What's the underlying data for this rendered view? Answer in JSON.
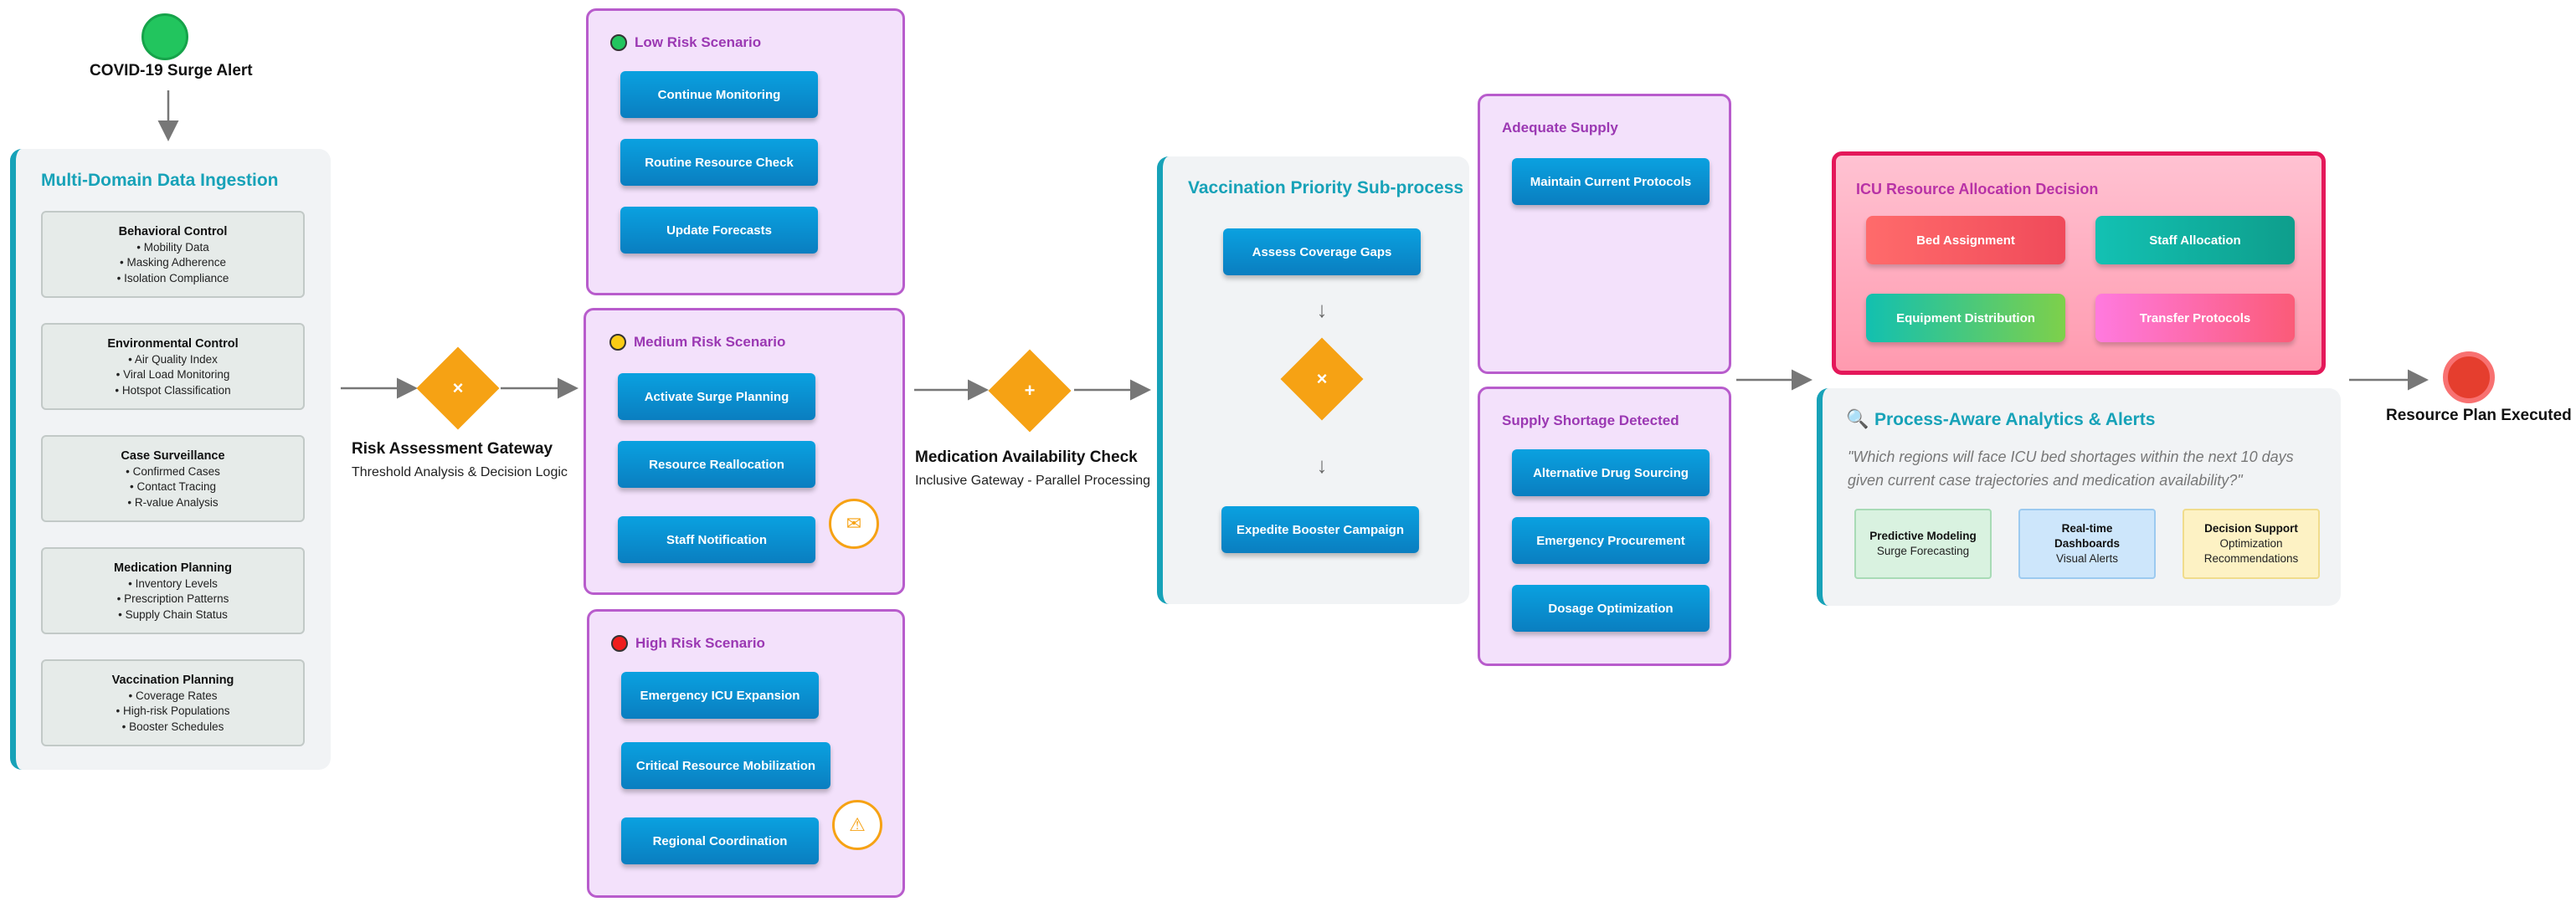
{
  "start_event": {
    "label": "COVID-19 Surge Alert"
  },
  "end_event": {
    "label": "Resource Plan Executed"
  },
  "ingestion": {
    "title": "Multi-Domain Data Ingestion",
    "cards": [
      {
        "title": "Behavioral Control",
        "items": [
          "• Mobility Data",
          "• Masking Adherence",
          "• Isolation Compliance"
        ]
      },
      {
        "title": "Environmental Control",
        "items": [
          "• Air Quality Index",
          "• Viral Load Monitoring",
          "• Hotspot Classification"
        ]
      },
      {
        "title": "Case Surveillance",
        "items": [
          "• Confirmed Cases",
          "• Contact Tracing",
          "• R-value Analysis"
        ]
      },
      {
        "title": "Medication Planning",
        "items": [
          "• Inventory Levels",
          "• Prescription Patterns",
          "• Supply Chain Status"
        ]
      },
      {
        "title": "Vaccination Planning",
        "items": [
          "• Coverage Rates",
          "• High-risk Populations",
          "• Booster Schedules"
        ]
      }
    ]
  },
  "risk_gateway": {
    "symbol": "×",
    "name": "Risk Assessment Gateway",
    "description": "Threshold Analysis & Decision Logic"
  },
  "scenarios": {
    "low": {
      "title": "Low Risk Scenario",
      "color": "#22c55e",
      "tasks": [
        "Continue Monitoring",
        "Routine Resource Check",
        "Update Forecasts"
      ]
    },
    "medium": {
      "title": "Medium Risk Scenario",
      "color": "#facc15",
      "tasks": [
        "Activate Surge Planning",
        "Resource Reallocation",
        "Staff Notification"
      ],
      "badge_icon": "✉"
    },
    "high": {
      "title": "High Risk Scenario",
      "color": "#ef1d1d",
      "tasks": [
        "Emergency ICU Expansion",
        "Critical Resource Mobilization",
        "Regional Coordination"
      ],
      "badge_icon": "⚠"
    }
  },
  "medication_gateway": {
    "symbol": "+",
    "name": "Medication Availability Check",
    "description": "Inclusive Gateway - Parallel Processing"
  },
  "vaccination": {
    "title": "Vaccination Priority Sub-process",
    "task1": "Assess Coverage Gaps",
    "gateway_symbol": "×",
    "arrow_glyph": "↓",
    "task2": "Expedite Booster Campaign"
  },
  "supply": {
    "adequate": {
      "title": "Adequate Supply",
      "tasks": [
        "Maintain Current Protocols"
      ]
    },
    "shortage": {
      "title": "Supply Shortage Detected",
      "tasks": [
        "Alternative Drug Sourcing",
        "Emergency Procurement",
        "Dosage Optimization"
      ]
    }
  },
  "icu": {
    "title": "ICU Resource Allocation Decision",
    "buttons": [
      "Bed Assignment",
      "Staff Allocation",
      "Equipment Distribution",
      "Transfer Protocols"
    ]
  },
  "analytics": {
    "icon": "🔍",
    "title": "Process-Aware Analytics & Alerts",
    "query": "\"Which regions will face ICU bed shortages within the next 10 days given current case trajectories and medication availability?\"",
    "features": [
      {
        "title": "Predictive Modeling",
        "lines": [
          "Surge Forecasting"
        ],
        "color": "#d9f2e0",
        "border": "#a8dbb6"
      },
      {
        "title": "Real-time Dashboards",
        "lines": [
          "Visual Alerts"
        ],
        "color": "#cde6fb",
        "border": "#9ccaf0"
      },
      {
        "title": "Decision Support",
        "lines": [
          "Optimization",
          "Recommendations"
        ],
        "color": "#fdf2c4",
        "border": "#f0dc8c"
      }
    ]
  },
  "colors": {
    "accent": "#17a2b8",
    "task_blue": "#0a8fd0",
    "gateway": "#f6a214",
    "scenario_border": "#b85ccc",
    "alloc_border": "#e4185a"
  }
}
